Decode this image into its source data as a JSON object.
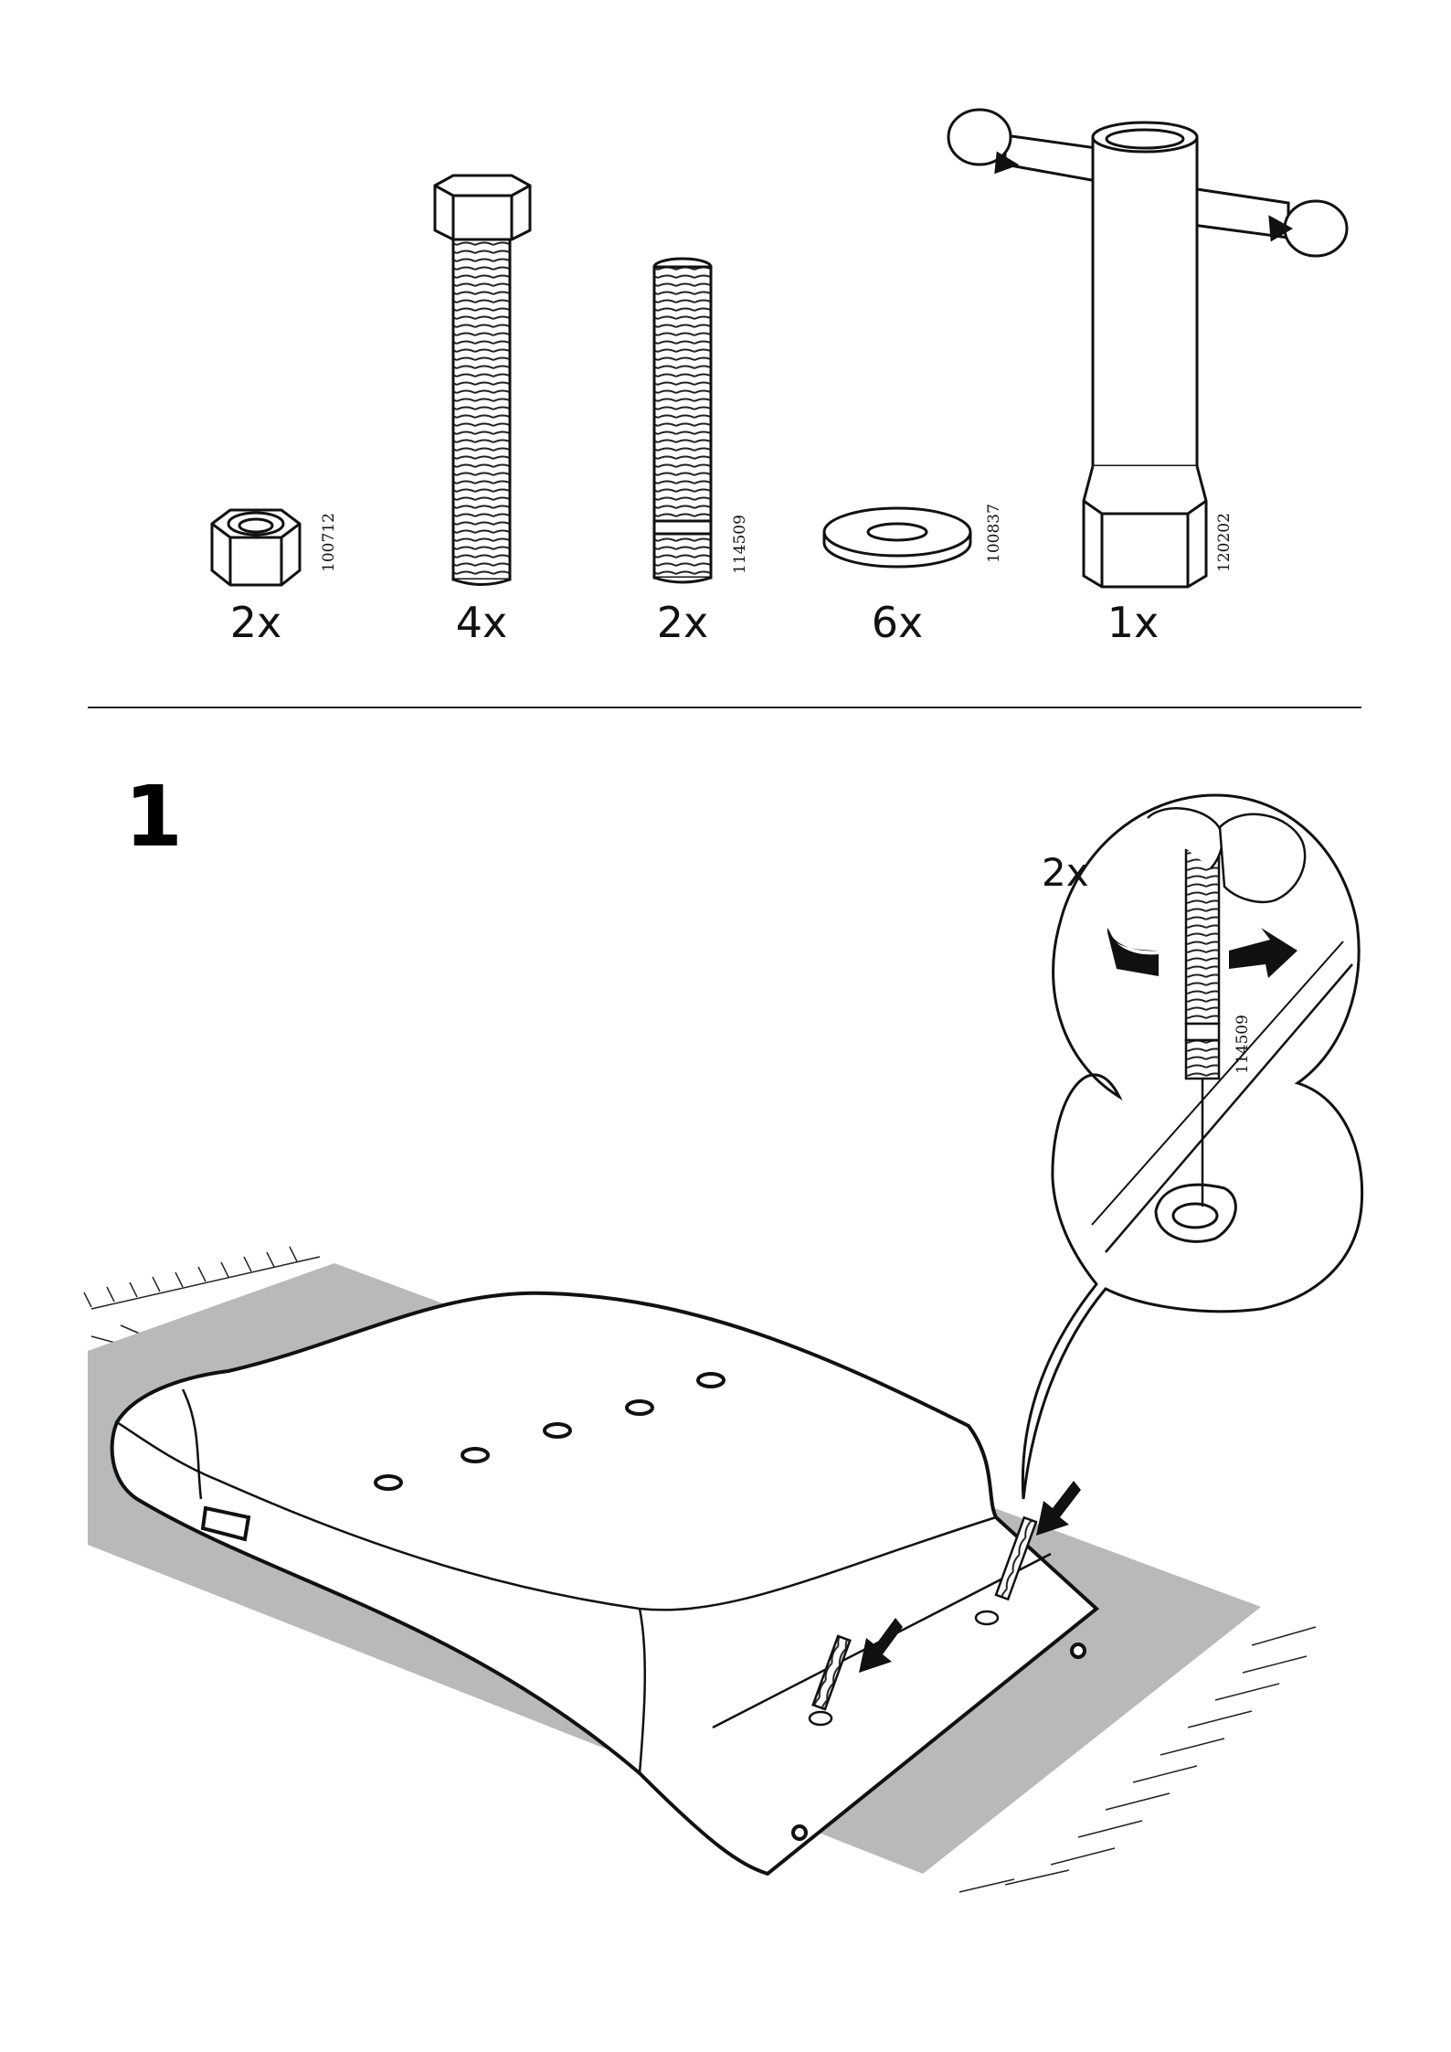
{
  "parts": [
    {
      "name": "hex-nut",
      "part_number": "100712",
      "quantity": "2x"
    },
    {
      "name": "hex-bolt",
      "part_number": "",
      "quantity": "4x"
    },
    {
      "name": "threaded-stud",
      "part_number": "114509",
      "quantity": "2x"
    },
    {
      "name": "washer",
      "part_number": "100837",
      "quantity": "6x"
    },
    {
      "name": "t-handle-socket-wrench",
      "part_number": "120202",
      "quantity": "1x"
    }
  ],
  "step": {
    "number": "1",
    "callout": {
      "quantity": "2x",
      "part_number": "114509"
    }
  },
  "colors": {
    "line": "#111111",
    "floor": "#b8b9bb",
    "background": "#ffffff"
  }
}
